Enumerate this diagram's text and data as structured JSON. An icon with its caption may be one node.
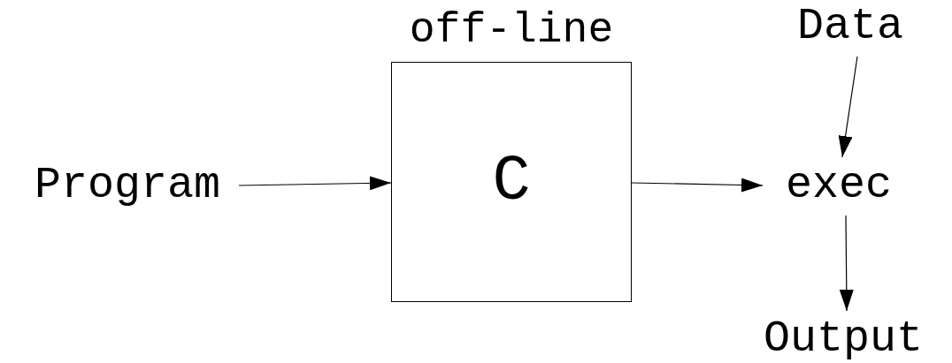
{
  "diagram": {
    "nodes": [
      {
        "text": [
          "Program"
        ]
      },
      {
        "text": [
          "off-line",
          "C"
        ]
      },
      {
        "text": [
          "exec"
        ]
      },
      {
        "text": [
          "Data"
        ]
      },
      {
        "text": [
          "Output"
        ]
      }
    ],
    "edges": [
      {
        "from": 0,
        "to": 1,
        "arrow": "to"
      },
      {
        "from": 1,
        "to": 2,
        "arrow": "to"
      },
      {
        "from": 3,
        "to": 2,
        "arrow": "to"
      },
      {
        "from": 2,
        "to": 4,
        "arrow": "to"
      }
    ]
  }
}
